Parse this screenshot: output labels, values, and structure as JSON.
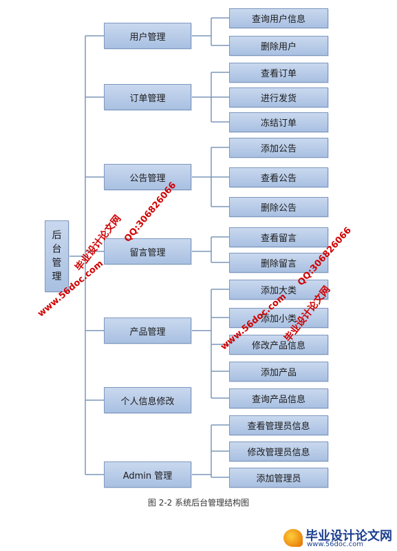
{
  "diagram": {
    "root": "后台管理",
    "modules": [
      {
        "label": "用户管理",
        "children": [
          "查询用户信息",
          "删除用户"
        ]
      },
      {
        "label": "订单管理",
        "children": [
          "查看订单",
          "进行发货",
          "冻结订单"
        ]
      },
      {
        "label": "公告管理",
        "children": [
          "添加公告",
          "查看公告",
          "删除公告"
        ]
      },
      {
        "label": "留言管理",
        "children": [
          "查看留言",
          "删除留言"
        ]
      },
      {
        "label": "产品管理",
        "children": [
          "添加大类",
          "添加小类",
          "修改产品信息",
          "添加产品",
          "查询产品信息"
        ]
      },
      {
        "label": "个人信息修改",
        "children": []
      },
      {
        "label": "Admin 管理",
        "children": [
          "查看管理员信息",
          "修改管理员信息",
          "添加管理员"
        ]
      }
    ],
    "caption": "图 2-2  系统后台管理结构图"
  },
  "watermarks": [
    {
      "site": "毕业设计论文网",
      "url": "www.56doc.com",
      "qq": "QQ:306826066"
    },
    {
      "site": "毕业设计论文网",
      "url": "www.56doc.com",
      "qq": "QQ:306826066"
    }
  ],
  "footer_logo": {
    "title": "毕业设计论文网",
    "url": "www.56doc.com"
  },
  "colors": {
    "box_fill": "#b7cbe8",
    "box_border": "#7d97bd",
    "connector": "#7b96b9",
    "watermark": "#d00000"
  }
}
